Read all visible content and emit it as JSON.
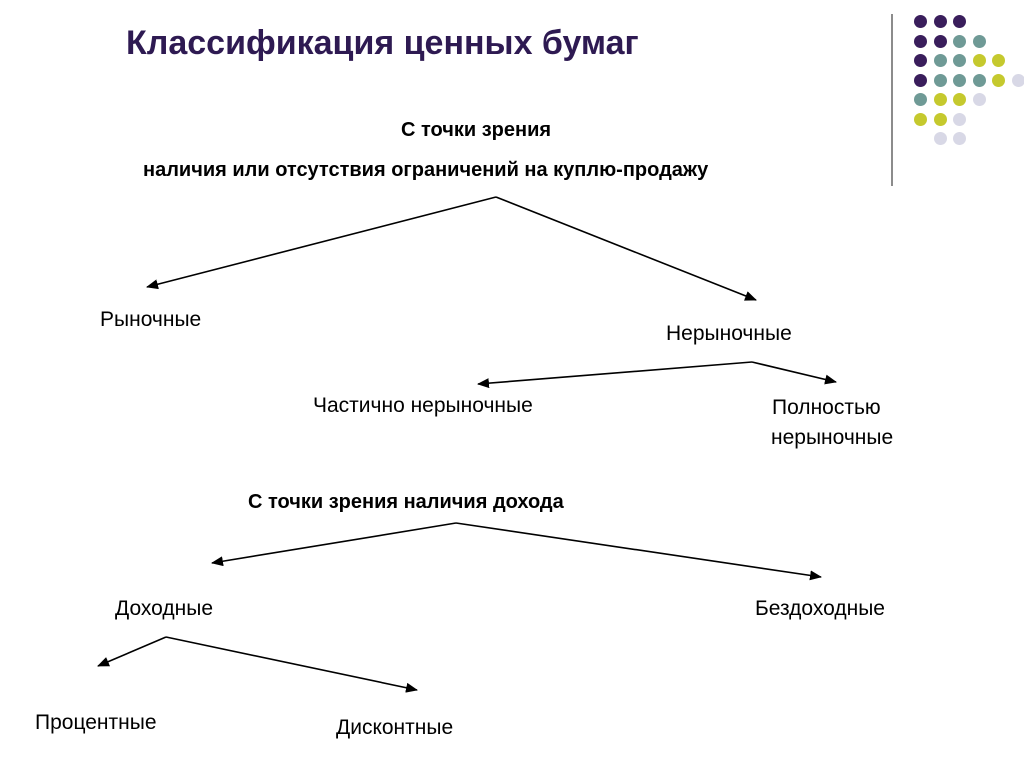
{
  "slide": {
    "title": "Классификация ценных бумаг",
    "decor_colors": [
      "#3a1e5c",
      "#6f9a96",
      "#c5c92e",
      "#d8d8e6"
    ]
  },
  "section1": {
    "heading_line1": "С точки зрения",
    "heading_line2": "наличия или отсутствия ограничений на куплю-продажу",
    "market": "Рыночные",
    "nonmarket": "Нерыночные",
    "partial": "Частично нерыночные",
    "full_line1": "Полностью",
    "full_line2": "нерыночные"
  },
  "section2": {
    "heading": "С точки зрения наличия дохода",
    "income": "Доходные",
    "noincome": "Бездоходные",
    "interest": "Процентные",
    "discount": "Дисконтные"
  }
}
